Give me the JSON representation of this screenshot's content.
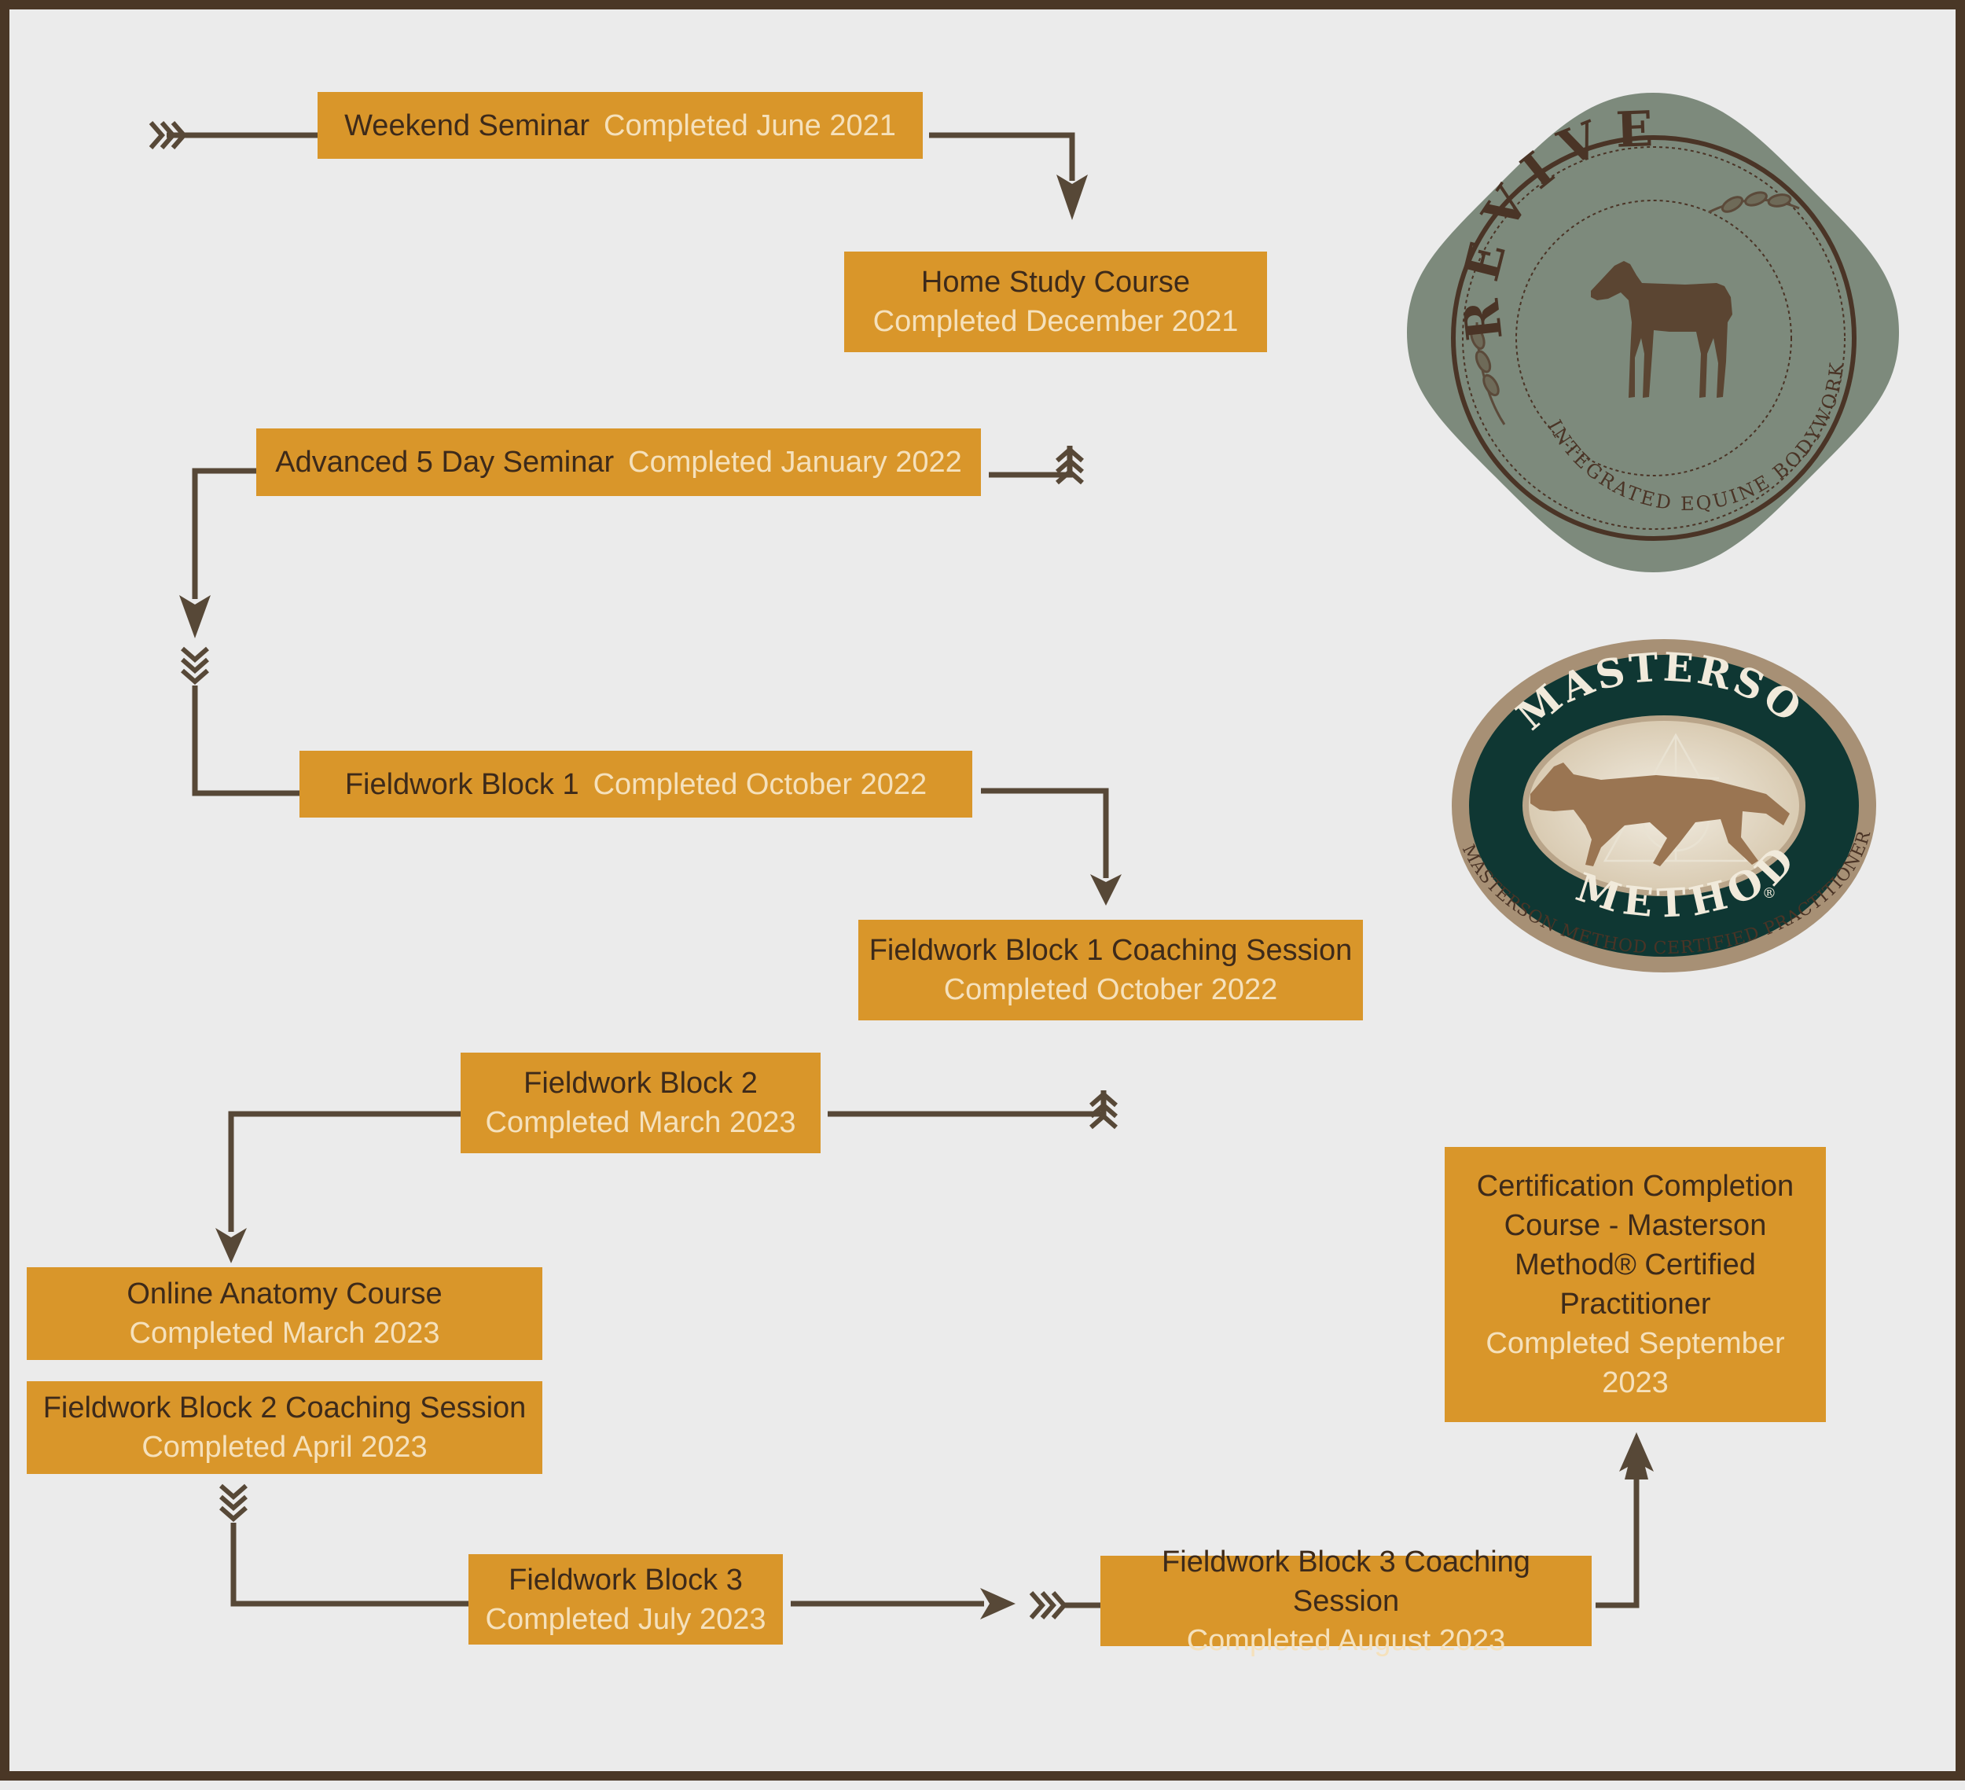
{
  "steps": [
    {
      "title": "Weekend Seminar",
      "date": "Completed June 2021"
    },
    {
      "title": "Home Study Course",
      "date": "Completed December 2021"
    },
    {
      "title": "Advanced 5 Day Seminar",
      "date": "Completed January 2022"
    },
    {
      "title": "Fieldwork Block 1",
      "date": "Completed October 2022"
    },
    {
      "title": "Fieldwork Block 1 Coaching Session",
      "date": "Completed October 2022"
    },
    {
      "title": "Fieldwork Block 2",
      "date": "Completed March 2023"
    },
    {
      "title": "Online Anatomy Course",
      "date": "Completed March 2023"
    },
    {
      "title": "Fieldwork Block 2 Coaching Session",
      "date": "Completed April 2023"
    },
    {
      "title": "Fieldwork Block 3",
      "date": "Completed July 2023"
    },
    {
      "title": "Fieldwork Block 3 Coaching Session",
      "date": "Completed August 2023"
    },
    {
      "title_lines": [
        "Certification Completion",
        "Course - Masterson",
        "Method® Certified",
        "Practitioner"
      ],
      "date_lines": [
        "Completed September",
        "2023"
      ]
    }
  ],
  "logos": {
    "revive": {
      "name": "REVIVE",
      "tagline": "INTEGRATED EQUINE BODYWORK"
    },
    "masterson": {
      "top": "MASTERSON",
      "bottom": "METHOD",
      "mark": "®",
      "ring": "MASTERSON METHOD CERTIFIED PRACTITIONER"
    }
  },
  "colors": {
    "box": "#d9962a",
    "connector": "#574837",
    "background": "#ebebeb",
    "border": "#4a3726"
  }
}
